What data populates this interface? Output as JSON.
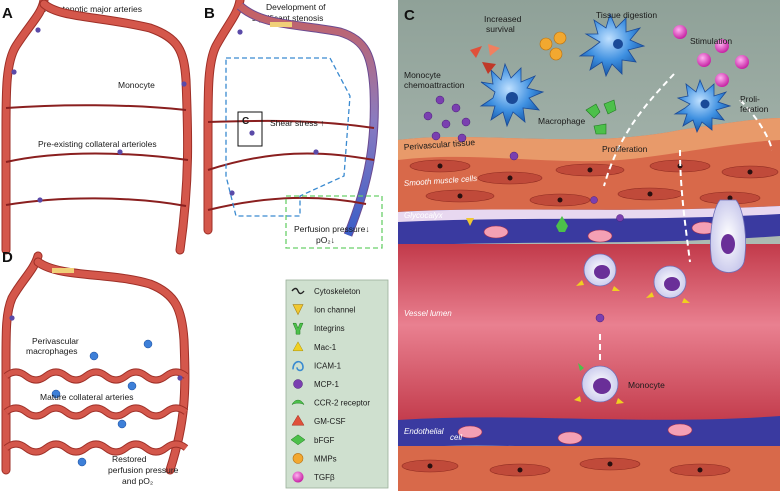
{
  "panels": {
    "a": {
      "letter": "A",
      "title": "Non-stenotic major arteries",
      "monocyte": "Monocyte",
      "collaterals": "Pre-existing collateral arterioles"
    },
    "b": {
      "letter": "B",
      "title_line1": "Development of",
      "title_line2": "significant stenosis",
      "inset_letter": "C",
      "shear": "Shear stress ↑",
      "perfusion_line1": "Perfusion pressure↓",
      "perfusion_line2": "pO₂↓"
    },
    "c": {
      "letter": "C",
      "increased_line1": "Increased",
      "increased_line2": "survival",
      "digestion": "Tissue digestion",
      "stimulation": "Stimulation",
      "chemo_line1": "Monocyte",
      "chemo_line2": "chemoattraction",
      "macrophage": "Macrophage",
      "prolif_line1": "Proli-",
      "prolif_line2": "feration",
      "proliferation": "Proliferation",
      "perivascular": "Perivascular tissue",
      "smc": "Smooth muscle cells",
      "glycocalyx": "Glycocalyx",
      "lumen": "Vessel lumen",
      "monocyte": "Monocyte",
      "endo1": "Endothelial",
      "endo2": "cell"
    },
    "d": {
      "letter": "D",
      "perimacro_line1": "Perivascular",
      "perimacro_line2": "macrophages",
      "mature": "Mature collateral arteries",
      "restored_line1": "Restored",
      "restored_line2": "perfusion pressure",
      "restored_line3": "and pO₂"
    }
  },
  "legend": {
    "items": [
      {
        "label": "Cytoskeleton",
        "icon": "cytoskeleton-icon"
      },
      {
        "label": "Ion channel",
        "icon": "ion-channel-icon"
      },
      {
        "label": "Integrins",
        "icon": "integrin-icon"
      },
      {
        "label": "Mac-1",
        "icon": "mac1-icon"
      },
      {
        "label": "ICAM-1",
        "icon": "icam1-icon"
      },
      {
        "label": "MCP-1",
        "icon": "mcp1-icon"
      },
      {
        "label": "CCR-2 receptor",
        "icon": "ccr2-icon"
      },
      {
        "label": "GM-CSF",
        "icon": "gmcsf-icon"
      },
      {
        "label": "bFGF",
        "icon": "bfgf-icon"
      },
      {
        "label": "MMPs",
        "icon": "mmp-icon"
      },
      {
        "label": "TGFβ",
        "icon": "tgfb-icon"
      }
    ]
  },
  "colors": {
    "artery": "#d4574b",
    "artery_edge": "#9e2f27",
    "collateral": "#8a1f1f",
    "mcp1": "#7a3fb0",
    "tgfb": "#d838c4",
    "legend_bg": "#cfe0cf",
    "macrophage": "#2a7fd0"
  }
}
